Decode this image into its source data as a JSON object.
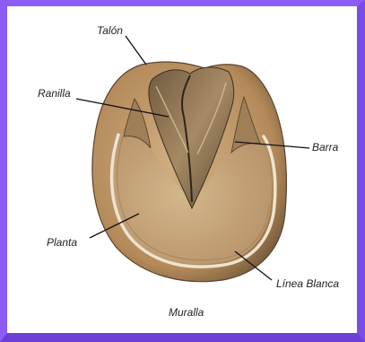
{
  "diagram": {
    "labels": {
      "heel": "Talón",
      "frog": "Ranilla",
      "bar": "Barra",
      "sole": "Planta",
      "white_line": "Línea Blanca",
      "wall": "Muralla"
    },
    "colors": {
      "frame": "#8b5cf6",
      "wall": "#b89060",
      "sole": "#c9a779",
      "white_line": "#e9e1cf",
      "frog": "#8f7452",
      "leader": "#111111"
    }
  }
}
